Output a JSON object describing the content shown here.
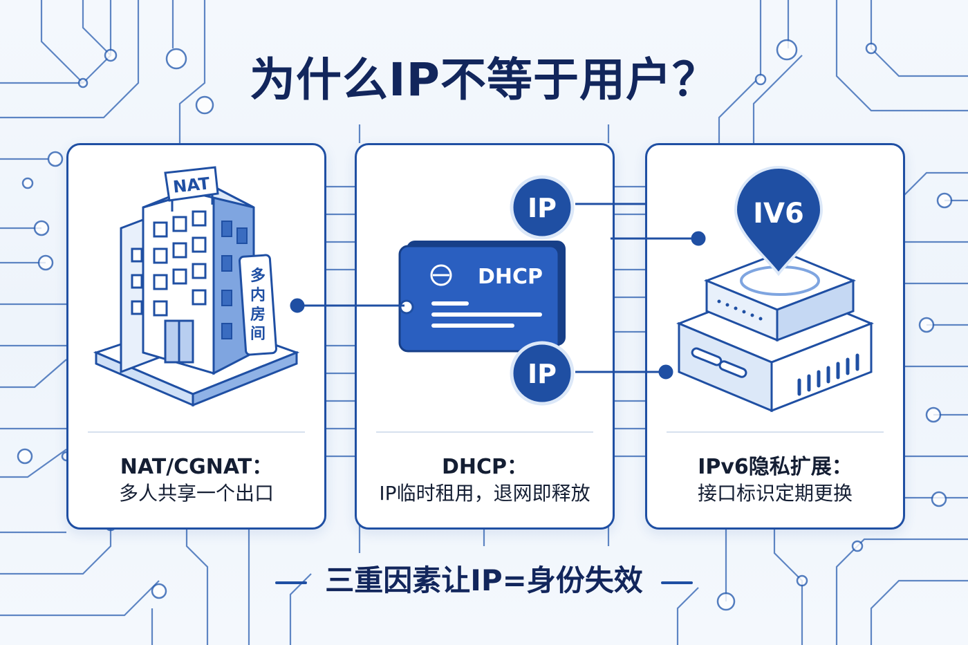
{
  "title": "为什么IP不等于用户？",
  "cards": [
    {
      "title": "NAT/CGNAT：",
      "description": "多人共享一个出口",
      "illustration": {
        "icon": "office-building-icon",
        "rooftop_sign": "NAT",
        "side_sign": [
          "多",
          "内",
          "房",
          "间"
        ]
      }
    },
    {
      "title": "DHCP：",
      "description": "IP临时租用，退网即释放",
      "illustration": {
        "icon": "dhcp-card-icon",
        "card_label": "DHCP",
        "badges": [
          "IP",
          "IP"
        ]
      }
    },
    {
      "title": "IPv6隐私扩展：",
      "description": "接口标识定期更换",
      "illustration": {
        "icon": "router-device-icon",
        "pin_label": "IV6"
      }
    }
  ],
  "footer": "三重因素让IP=身份失效",
  "colors": {
    "primary": "#1f4fa3",
    "navy_text": "#12265c",
    "light_blue": "#dce8f8",
    "background": "#f2f7fd"
  }
}
